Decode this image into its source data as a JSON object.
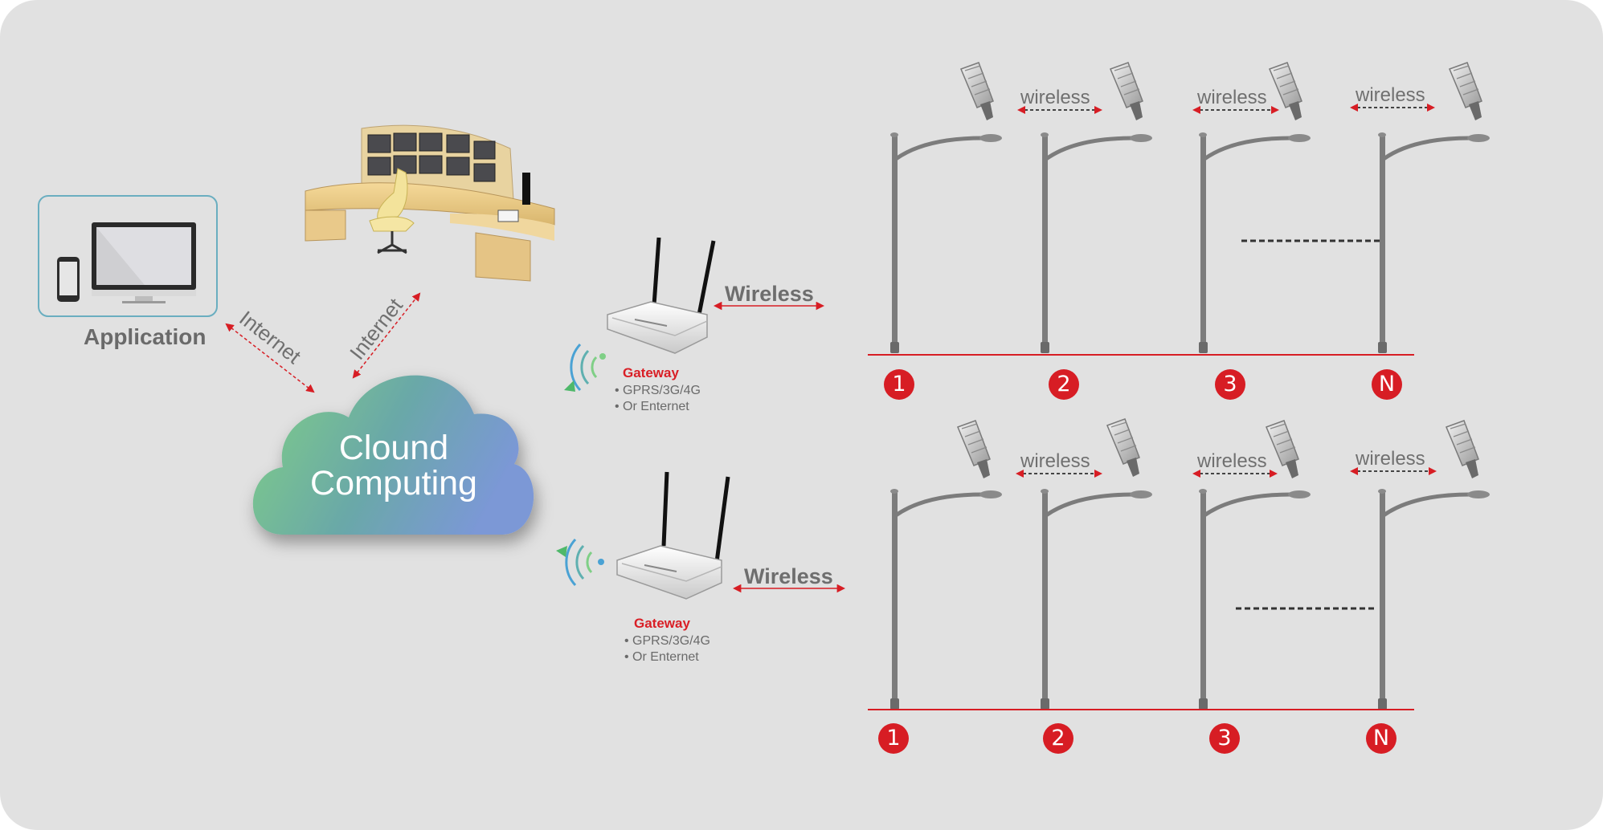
{
  "app_label": "Application",
  "cloud": {
    "line1": "Clound",
    "line2": "Computing"
  },
  "links": {
    "internet_left": "Internet",
    "internet_right": "Internet"
  },
  "gateway_top": {
    "title": "Gateway",
    "item1": "• GPRS/3G/4G",
    "item2": "• Or Enternet",
    "wireless": "Wireless"
  },
  "gateway_bottom": {
    "title": "Gateway",
    "item1": "• GPRS/3G/4G",
    "item2": "• Or Enternet",
    "wireless": "Wireless"
  },
  "row_top": {
    "badges": [
      "1",
      "2",
      "3",
      "N"
    ],
    "wireless": [
      "wireless",
      "wireless",
      "wireless"
    ]
  },
  "row_bottom": {
    "badges": [
      "1",
      "2",
      "3",
      "N"
    ],
    "wireless": [
      "wireless",
      "wireless",
      "wireless"
    ]
  },
  "colors": {
    "accent_red": "#d71d24",
    "panel_gray": "#e1e1e1",
    "text_gray": "#6a6a6a"
  }
}
